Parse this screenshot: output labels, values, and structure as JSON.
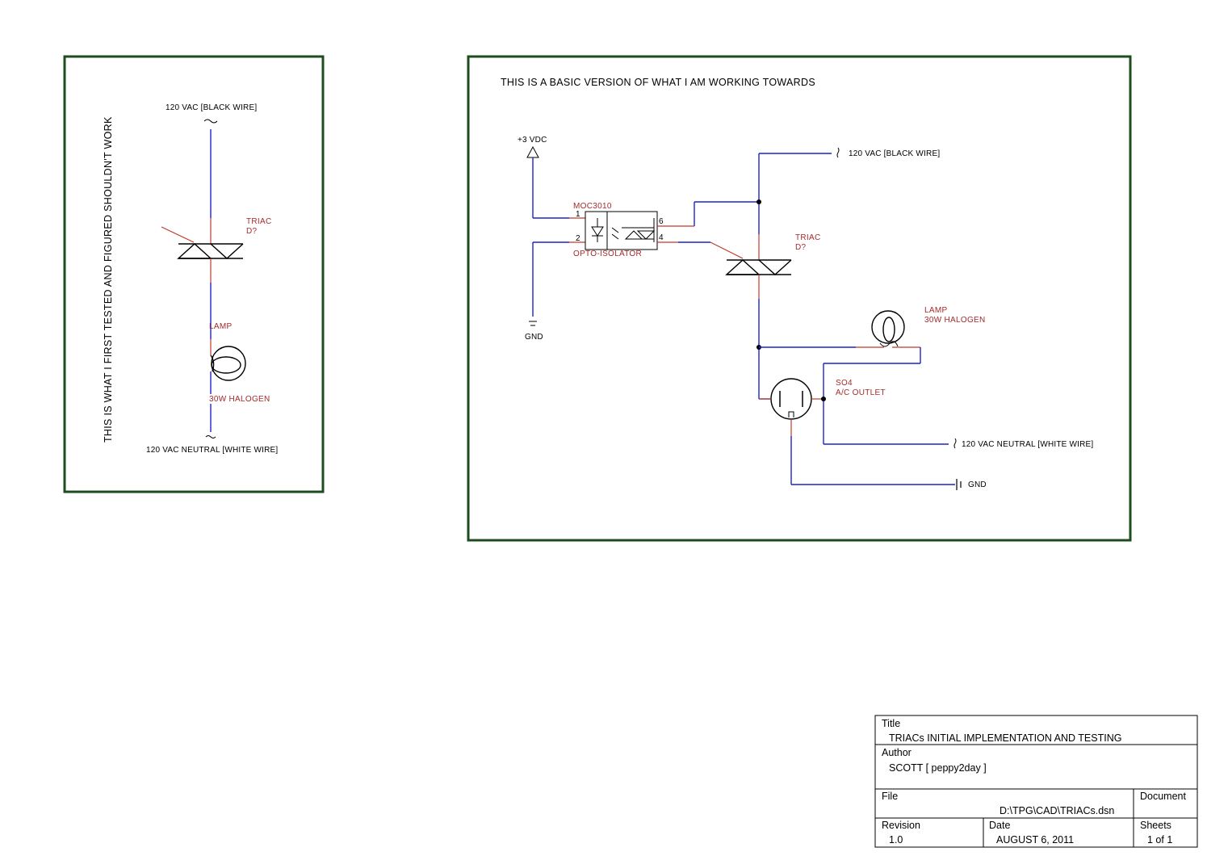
{
  "left_panel": {
    "rotated_note": "THIS IS WHAT I FIRST TESTED AND FIGURED SHOULDN'T WORK",
    "supply_top": "120 VAC [BLACK WIRE]",
    "triac_ref": "TRIAC",
    "triac_des": "D?",
    "lamp_label": "LAMP",
    "lamp_value": "30W HALOGEN",
    "supply_bottom": "120 VAC NEUTRAL [WHITE WIRE]"
  },
  "right_panel": {
    "heading": "THIS IS A BASIC VERSION OF WHAT I AM WORKING TOWARDS",
    "vcc_label": "+3 VDC",
    "gnd_label": "GND",
    "opto_part": "MOC3010",
    "opto_name": "OPTO-ISOLATOR",
    "opto_pin1": "1",
    "opto_pin2": "2",
    "opto_pin6": "6",
    "opto_pin4": "4",
    "supply_top": "120 VAC [BLACK WIRE]",
    "triac_ref": "TRIAC",
    "triac_des": "D?",
    "lamp_label": "LAMP",
    "lamp_value": "30W HALOGEN",
    "outlet_ref": "SO4",
    "outlet_name": "A/C OUTLET",
    "supply_neutral": "120 VAC NEUTRAL [WHITE WIRE]",
    "earth_label": "GND"
  },
  "title_block": {
    "title_key": "Title",
    "title_value": "TRIACs INITIAL IMPLEMENTATION AND TESTING",
    "author_key": "Author",
    "author_value": "SCOTT [ peppy2day ]",
    "file_key": "File",
    "file_value": "D:\\TPG\\CAD\\TRIACs.dsn",
    "document_key": "Document",
    "revision_key": "Revision",
    "revision_value": "1.0",
    "date_key": "Date",
    "date_value": "AUGUST 6, 2011",
    "sheets_key": "Sheets",
    "sheets_value": "1 of 1"
  },
  "colors": {
    "wire": "#1f22c9",
    "pin": "#c0392b",
    "label": "#a52a2a",
    "frame": "#1d4d1d"
  }
}
